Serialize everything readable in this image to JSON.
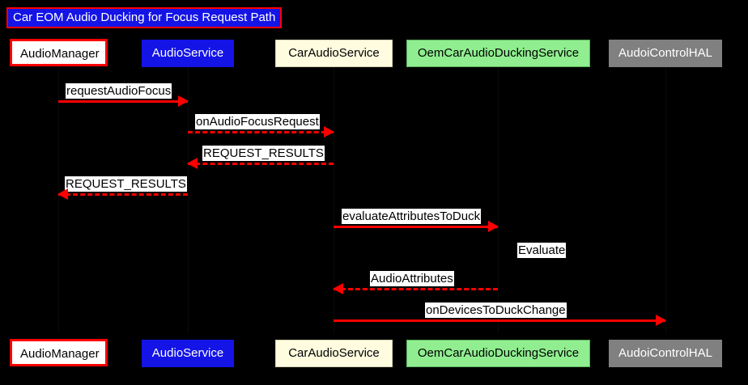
{
  "diagram": {
    "title": "Car EOM Audio Ducking for Focus Request Path",
    "background_color": "#000000",
    "accent_color": "#FF0000",
    "title_fill": "#1414E6"
  },
  "participants": [
    {
      "name": "AudioManager",
      "fill": "#FFFFFF",
      "text_color": "#000000"
    },
    {
      "name": "AudioService",
      "fill": "#1414E6",
      "text_color": "#FFFFFF"
    },
    {
      "name": "CarAudioService",
      "fill": "#FFFCE0",
      "text_color": "#000000"
    },
    {
      "name": "OemCarAudioDuckingService",
      "fill": "#90EE90",
      "text_color": "#000000"
    },
    {
      "name": "AudoiControlHAL",
      "fill": "#808080",
      "text_color": "#FFFFFF"
    }
  ],
  "messages": [
    {
      "label": "requestAudioFocus",
      "from": "AudioManager",
      "to": "AudioService",
      "style": "solid",
      "direction": "right"
    },
    {
      "label": "onAudioFocusRequest",
      "from": "AudioService",
      "to": "CarAudioService",
      "style": "dashed",
      "direction": "right"
    },
    {
      "label": "REQUEST_RESULTS",
      "from": "CarAudioService",
      "to": "AudioService",
      "style": "dashed",
      "direction": "left"
    },
    {
      "label": "REQUEST_RESULTS",
      "from": "AudioService",
      "to": "AudioManager",
      "style": "dashed",
      "direction": "left"
    },
    {
      "label": "evaluateAttributesToDuck",
      "from": "CarAudioService",
      "to": "OemCarAudioDuckingService",
      "style": "solid",
      "direction": "right"
    },
    {
      "label": "AudioAttributes",
      "from": "OemCarAudioDuckingService",
      "to": "CarAudioService",
      "style": "dashed",
      "direction": "left"
    },
    {
      "label": "onDevicesToDuckChange",
      "from": "CarAudioService",
      "to": "AudoiControlHAL",
      "style": "solid",
      "direction": "right"
    }
  ],
  "notes": [
    {
      "label": "Evaluate",
      "on": "OemCarAudioDuckingService"
    }
  ]
}
